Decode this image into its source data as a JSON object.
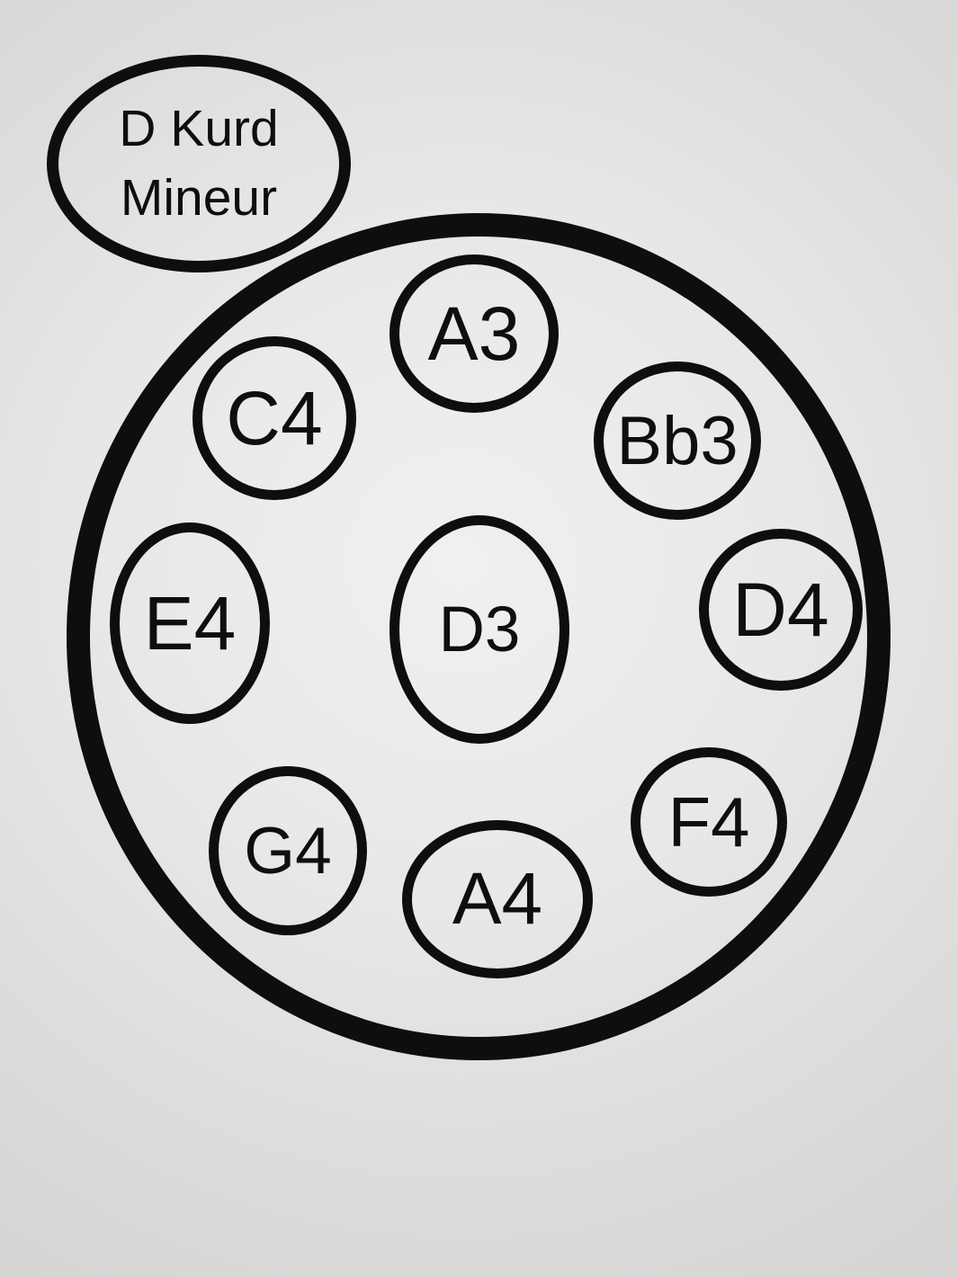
{
  "badge": {
    "line1": "D Kurd",
    "line2": "Mineur"
  },
  "drum": {
    "center_note": {
      "label": "D3",
      "position": "center"
    },
    "notes": [
      {
        "label": "A3",
        "position": "top"
      },
      {
        "label": "C4",
        "position": "top-left"
      },
      {
        "label": "Bb3",
        "position": "top-right"
      },
      {
        "label": "E4",
        "position": "left"
      },
      {
        "label": "D4",
        "position": "right"
      },
      {
        "label": "G4",
        "position": "bottom-left"
      },
      {
        "label": "A4",
        "position": "bottom"
      },
      {
        "label": "F4",
        "position": "bottom-right"
      }
    ]
  },
  "colors": {
    "stroke": "#0e0e0e",
    "background_center": "#f1f0ee",
    "background_edge": "#d4d3d2"
  }
}
